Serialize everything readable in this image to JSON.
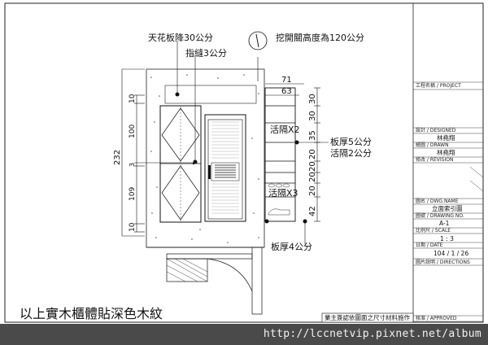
{
  "annotations": {
    "ceiling_drop": "天花板降30公分",
    "finger_gap": "指縫3公分",
    "switch_height": "挖開關高度為120公分",
    "shelf_x2": "活隔X2",
    "board_thickness_5": "板厚5公分",
    "shelf_thickness_2": "活隔2公分",
    "shelf_x3": "活隔X3",
    "board_thickness_4": "板厚4公分",
    "note": "以上實木櫃體貼深色木紋",
    "bottom_caption": "業主簽認依圖面之尺寸材料施作"
  },
  "dimensions": {
    "left_total": "232",
    "left_segments": [
      "10",
      "100",
      "3",
      "109",
      "10"
    ],
    "top_widths": [
      "71",
      "63"
    ],
    "right_segments": [
      "30",
      "30",
      "35",
      "20",
      "20",
      "20",
      "20",
      "42"
    ]
  },
  "title_block": {
    "project_label": "工程名稱 / PROJECT",
    "designed_label": "設計 / DESIGNED",
    "designed_value": "林堯翔",
    "drawn_label": "繪圖 / DRAWN",
    "drawn_value": "林堯翔",
    "revision_label": "修改 / REVISION",
    "dwg_name_label": "圖名 / DWG.NAME",
    "dwg_name_value": "立面索引圖",
    "drawing_no_label": "圖號 / DRAWING NO.",
    "drawing_no_value": "A-1",
    "scale_label": "比例尺 / SCALE",
    "scale_value": "1 : 3",
    "date_label": "日期 / DATE",
    "date_value": "104 / 1 / 26",
    "directions_label": "圖片說明 / DIRECTIONS",
    "approved_label": "核准 / APPROVED"
  },
  "watermark": "http://lccnetvip.pixnet.net/album"
}
